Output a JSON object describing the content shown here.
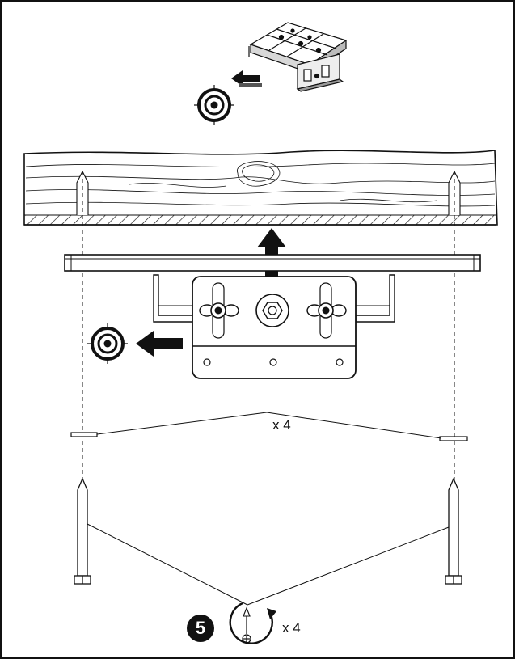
{
  "washer_quantity": "x 4",
  "screw_quantity": "x 4",
  "step_number": "5",
  "icons": {
    "target": "crosshair-target-icon",
    "rotate": "clockwise-rotation-icon"
  },
  "colors": {
    "line": "#111111",
    "paper": "#ffffff"
  }
}
